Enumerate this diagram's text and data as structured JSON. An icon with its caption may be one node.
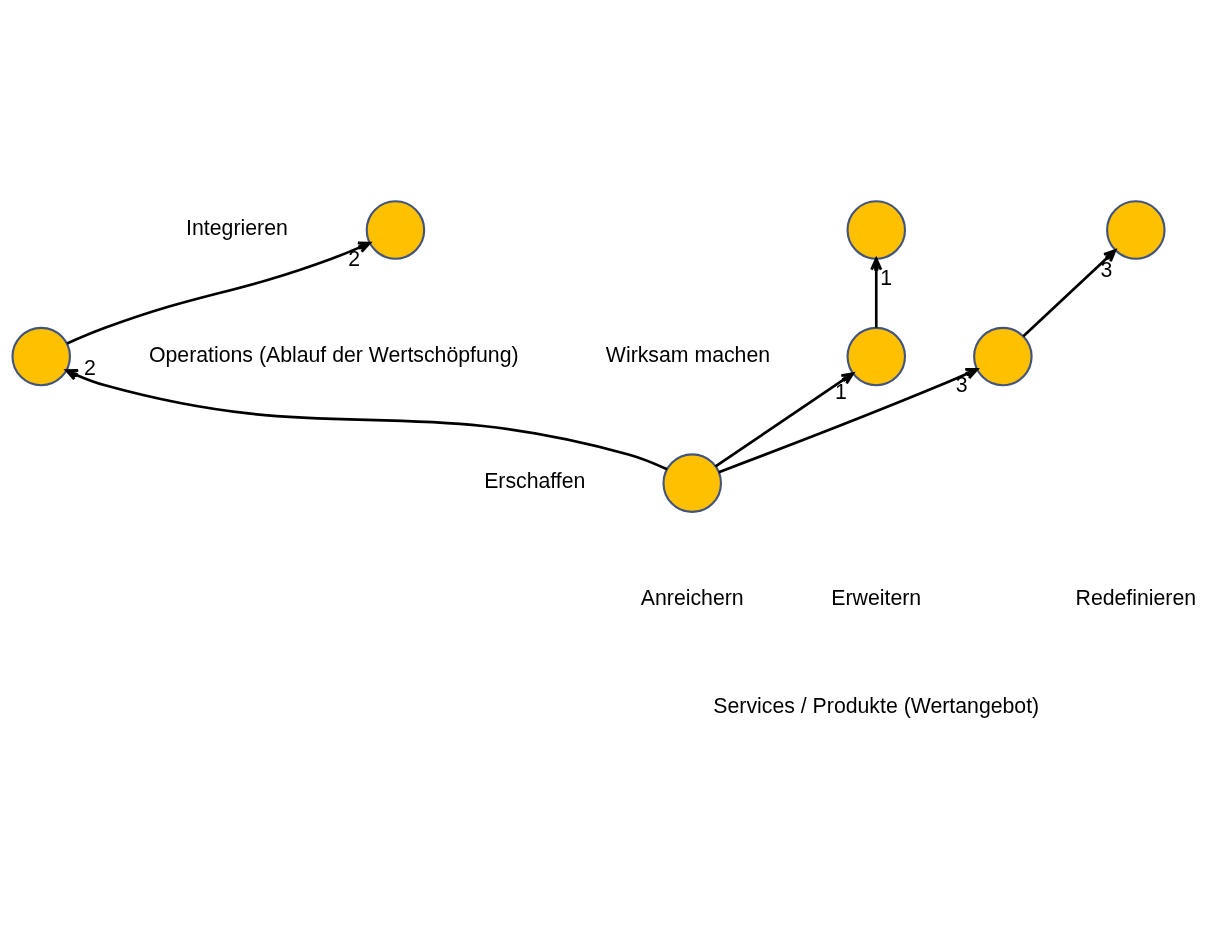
{
  "diagram": {
    "nodes": [
      {
        "text": [],
        "shape": "circle"
      },
      {
        "text": [],
        "shape": "circle"
      },
      {
        "text": [],
        "shape": "circle"
      },
      {
        "text": [],
        "shape": "circle"
      },
      {
        "text": [],
        "shape": "circle"
      },
      {
        "text": [],
        "shape": "circle"
      },
      {
        "text": [],
        "shape": "circle"
      }
    ],
    "edges": [
      {
        "from": 6,
        "to": 3,
        "arrow": "to",
        "label": "2"
      },
      {
        "from": 3,
        "to": 0,
        "arrow": "to",
        "label": "2"
      },
      {
        "from": 6,
        "to": 4,
        "arrow": "to",
        "label": "1"
      },
      {
        "from": 4,
        "to": 1,
        "arrow": "to",
        "label": "1"
      },
      {
        "from": 6,
        "to": 5,
        "arrow": "to",
        "label": "3"
      },
      {
        "from": 5,
        "to": 2,
        "arrow": "to",
        "label": "3"
      }
    ],
    "labels": [
      "Integrieren",
      "Operations (Ablauf der Wertschöpfung)",
      "Wirksam machen",
      "Erschaffen",
      "Anreichern",
      "Erweitern",
      "Redefinieren",
      "Services / Produkte (Wertangebot)"
    ]
  }
}
